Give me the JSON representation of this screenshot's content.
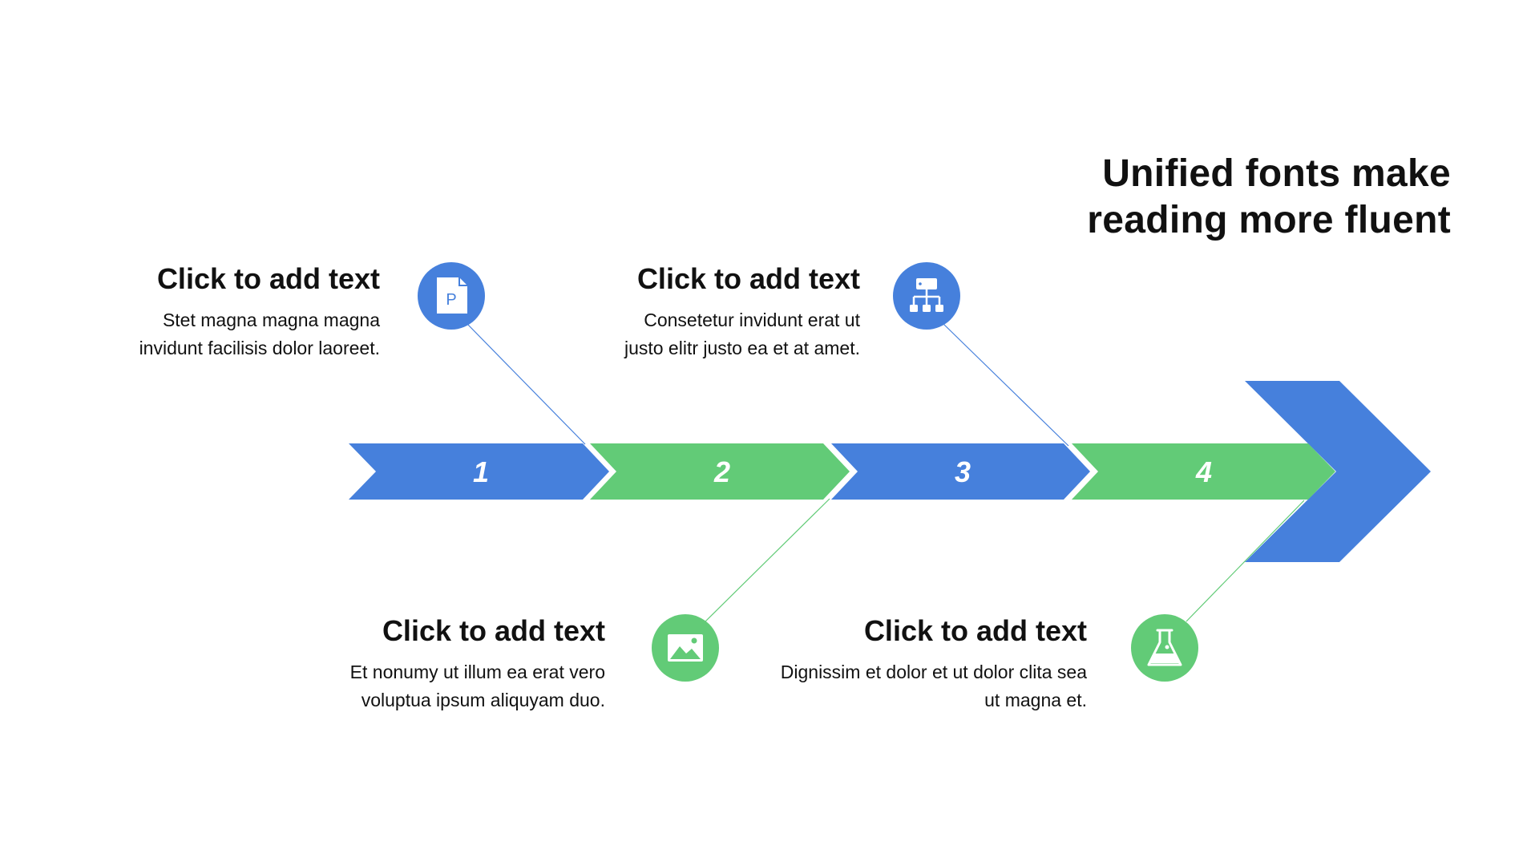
{
  "title_lines": [
    "Unified fonts make",
    "reading more fluent"
  ],
  "colors": {
    "blue": "#4680DC",
    "green": "#62CB77",
    "text": "#111111"
  },
  "steps": [
    {
      "number": "1",
      "color": "blue",
      "icon": "presentation-file-icon",
      "heading": "Click to add text",
      "description_lines": [
        "Stet magna magna magna",
        "invidunt facilisis dolor laoreet."
      ]
    },
    {
      "number": "2",
      "color": "green",
      "icon": "image-icon",
      "heading": "Click to add text",
      "description_lines": [
        "Et nonumy ut illum ea erat vero",
        "voluptua ipsum aliquyam duo."
      ]
    },
    {
      "number": "3",
      "color": "blue",
      "icon": "org-chart-icon",
      "heading": "Click to add text",
      "description_lines": [
        "Consetetur invidunt erat ut",
        "justo elitr justo ea et at amet."
      ]
    },
    {
      "number": "4",
      "color": "green",
      "icon": "flask-icon",
      "heading": "Click to add text",
      "description_lines": [
        "Dignissim et dolor et ut dolor clita sea",
        "ut magna et."
      ]
    }
  ]
}
